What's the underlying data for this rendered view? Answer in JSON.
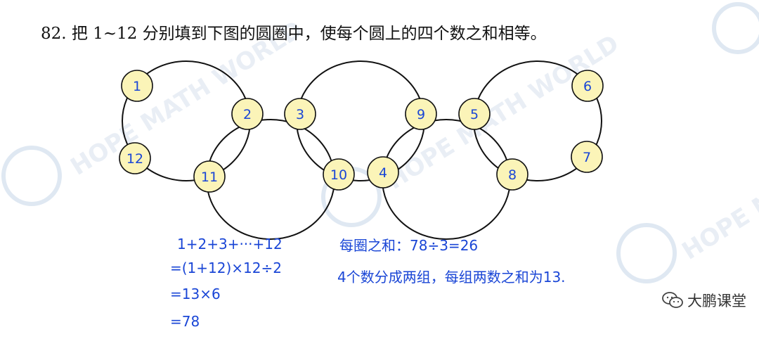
{
  "question": "82. 把 1~12 分别填到下图的圆圈中，使每个圆上的四个数之和相等。",
  "nodes": [
    {
      "id": "n1",
      "label": "1"
    },
    {
      "id": "n12",
      "label": "12"
    },
    {
      "id": "n2",
      "label": "2"
    },
    {
      "id": "n11",
      "label": "11"
    },
    {
      "id": "n3",
      "label": "3"
    },
    {
      "id": "n10",
      "label": "10"
    },
    {
      "id": "n9",
      "label": "9"
    },
    {
      "id": "n4",
      "label": "4"
    },
    {
      "id": "n5",
      "label": "5"
    },
    {
      "id": "n8",
      "label": "8"
    },
    {
      "id": "n6",
      "label": "6"
    },
    {
      "id": "n7",
      "label": "7"
    }
  ],
  "work_left": [
    "1+2+3+···+12",
    "=(1+12)×12÷2",
    "=13×6",
    "=78"
  ],
  "work_right": [
    "每圈之和：78÷3=26",
    "4个数分成两组，每组两数之和为13."
  ],
  "watermark": "HOPE MATH WORLD",
  "brand": "大鹏课堂",
  "colors": {
    "node_fill": "#fbf4b8",
    "ink": "#1a46d6",
    "stroke": "#111111"
  }
}
